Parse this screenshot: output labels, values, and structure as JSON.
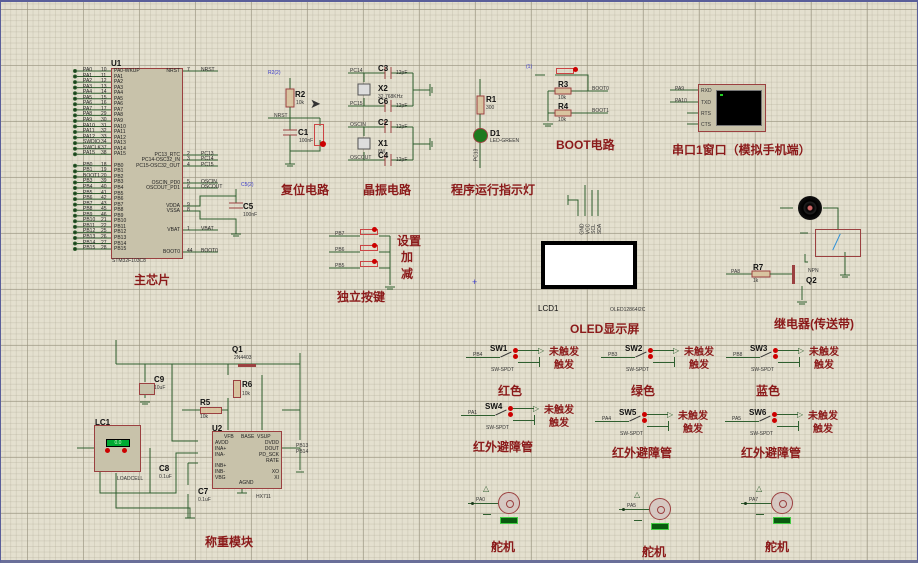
{
  "app": {
    "type": "schematic-editor-canvas"
  },
  "labels": {
    "main_chip": "主芯片",
    "reset": "复位电路",
    "crystal": "晶振电路",
    "run_led": "程序运行指示灯",
    "boot": "BOOT电路",
    "uart": "串口1窗口（模拟手机端）",
    "keys": "独立按键",
    "key_set": "设置",
    "key_add": "加",
    "key_sub": "减",
    "oled": "OLED显示屏",
    "relay": "继电器(传送带)",
    "weigh": "称重模块",
    "red": "红色",
    "green": "绿色",
    "blue": "蓝色",
    "ir": "红外避障管",
    "servo": "舵机",
    "not_triggered": "未触发",
    "triggered": "触发"
  },
  "u1": {
    "ref": "U1",
    "part": "STM32F103C8",
    "left_pins": [
      {
        "net": "PA0",
        "num": "10",
        "name": "PA0-WKUP"
      },
      {
        "net": "PA1",
        "num": "11",
        "name": "PA1"
      },
      {
        "net": "PA2",
        "num": "12",
        "name": "PA2"
      },
      {
        "net": "PA3",
        "num": "13",
        "name": "PA3"
      },
      {
        "net": "PA4",
        "num": "14",
        "name": "PA4"
      },
      {
        "net": "PA5",
        "num": "15",
        "name": "PA5"
      },
      {
        "net": "PA6",
        "num": "16",
        "name": "PA6"
      },
      {
        "net": "PA7",
        "num": "17",
        "name": "PA7"
      },
      {
        "net": "PA8",
        "num": "29",
        "name": "PA8"
      },
      {
        "net": "PA9",
        "num": "30",
        "name": "PA9"
      },
      {
        "net": "PA10",
        "num": "31",
        "name": "PA10"
      },
      {
        "net": "PA11",
        "num": "32",
        "name": "PA11"
      },
      {
        "net": "PA12",
        "num": "33",
        "name": "PA12"
      },
      {
        "net": "SWDIO",
        "num": "34",
        "name": "PA13"
      },
      {
        "net": "SWCLK",
        "num": "37",
        "name": "PA14"
      },
      {
        "net": "PA15",
        "num": "38",
        "name": "PA15"
      },
      {
        "net": "PB0",
        "num": "18",
        "name": "PB0"
      },
      {
        "net": "PB1",
        "num": "19",
        "name": "PB1"
      },
      {
        "net": "BOOT1",
        "num": "20",
        "name": "PB2"
      },
      {
        "net": "PB3",
        "num": "39",
        "name": "PB3"
      },
      {
        "net": "PB4",
        "num": "40",
        "name": "PB4"
      },
      {
        "net": "PB5",
        "num": "41",
        "name": "PB5"
      },
      {
        "net": "PB6",
        "num": "42",
        "name": "PB6"
      },
      {
        "net": "PB7",
        "num": "43",
        "name": "PB7"
      },
      {
        "net": "PB8",
        "num": "45",
        "name": "PB8"
      },
      {
        "net": "PB9",
        "num": "46",
        "name": "PB9"
      },
      {
        "net": "PB10",
        "num": "21",
        "name": "PB10"
      },
      {
        "net": "PB11",
        "num": "22",
        "name": "PB11"
      },
      {
        "net": "PB12",
        "num": "25",
        "name": "PB12"
      },
      {
        "net": "PB13",
        "num": "26",
        "name": "PB13"
      },
      {
        "net": "PB14",
        "num": "27",
        "name": "PB14"
      },
      {
        "net": "PB15",
        "num": "28",
        "name": "PB15"
      }
    ],
    "right_pins": [
      {
        "name": "NRST",
        "num": "7",
        "net": "NRST"
      },
      {
        "name": "PC13_RTC",
        "num": "2",
        "net": "PC13"
      },
      {
        "name": "PC14-OSC32_IN",
        "num": "3",
        "net": "PC14"
      },
      {
        "name": "PC15-OSC32_OUT",
        "num": "4",
        "net": "PC15"
      },
      {
        "name": "OSCIN_PD0",
        "num": "5",
        "net": "OSCIN"
      },
      {
        "name": "OSCOUT_PD1",
        "num": "6",
        "net": "OSCOUT"
      },
      {
        "name": "VDDA",
        "num": "9",
        "net": ""
      },
      {
        "name": "VSSA",
        "num": "8",
        "net": ""
      },
      {
        "name": "VBAT",
        "num": "1",
        "net": "VBAT"
      },
      {
        "name": "BOOT0",
        "num": "44",
        "net": "BOOT0"
      }
    ]
  },
  "parts": {
    "c5": {
      "ref": "C5",
      "value": "100nF",
      "probe": "C5(2)"
    },
    "r2": {
      "ref": "R2",
      "value": "10k",
      "probe": "R2(2)"
    },
    "c1": {
      "ref": "C1",
      "value": "100nF"
    },
    "c3": {
      "ref": "C3",
      "value": "12pF"
    },
    "c6": {
      "ref": "C6",
      "value": "12pF"
    },
    "x2": {
      "ref": "X2",
      "value": "32.768KHz"
    },
    "c2": {
      "ref": "C2",
      "value": "12pF"
    },
    "c4": {
      "ref": "C4",
      "value": "12pF"
    },
    "x1": {
      "ref": "X1",
      "value": "8M"
    },
    "r1": {
      "ref": "R1",
      "value": "300"
    },
    "d1": {
      "ref": "D1",
      "value": "LED-GREEN",
      "net": "PC13"
    },
    "r3": {
      "ref": "R3",
      "value": "10k",
      "net": "BOOT0"
    },
    "r4": {
      "ref": "R4",
      "value": "10k",
      "net": "BOOT1"
    },
    "boot_probe": "(1)",
    "uart_pins": {
      "in1": "PA9",
      "in2": "PA10",
      "pins": [
        "RXD",
        "TXD",
        "RTS",
        "CTS"
      ]
    },
    "keys": [
      "PB7",
      "PB6",
      "PB5"
    ],
    "oled": {
      "ref": "LCD1",
      "part": "OLED12864I2C",
      "pins": [
        "GND",
        "VCC",
        "SCL",
        "SDA"
      ]
    },
    "r7": {
      "ref": "R7",
      "value": "1k",
      "net": "PA8"
    },
    "q2": {
      "ref": "Q2",
      "type": "NPN"
    },
    "q1": {
      "ref": "Q1",
      "type": "2N4403"
    },
    "r6": {
      "ref": "R6",
      "value": "10k"
    },
    "r5": {
      "ref": "R5",
      "value": "10k"
    },
    "c9": {
      "ref": "C9",
      "value": "10uF"
    },
    "c8": {
      "ref": "C8",
      "value": "0.1uF"
    },
    "c7": {
      "ref": "C7",
      "value": "0.1uF"
    },
    "lc1": {
      "ref": "LC1",
      "part": "LOADCELL",
      "display": "0.0"
    },
    "u2": {
      "ref": "U2",
      "part": "HX711",
      "top": [
        {
          "num": "4",
          "name": "VFB"
        },
        {
          "num": "2",
          "name": "BASE"
        },
        {
          "num": "1",
          "name": "VSUP"
        }
      ],
      "left": [
        {
          "num": "3",
          "name": "AVDD"
        },
        {
          "num": "8",
          "name": "INA+"
        },
        {
          "num": "7",
          "name": "INA-"
        },
        {
          "num": "10",
          "name": "INB+"
        },
        {
          "num": "9",
          "name": "INB-"
        },
        {
          "num": "6",
          "name": "VBG"
        }
      ],
      "right": [
        {
          "num": "16",
          "name": "DVDD"
        },
        {
          "num": "12",
          "name": "DOUT"
        },
        {
          "num": "11",
          "name": "PD_SCK"
        },
        {
          "num": "15",
          "name": "RATE"
        },
        {
          "num": "13",
          "name": "XO"
        },
        {
          "num": "14",
          "name": "XI"
        }
      ],
      "bottom": [
        {
          "num": "5",
          "name": "AGND"
        }
      ],
      "nets": [
        "PB13",
        "PB14"
      ]
    },
    "switches": [
      {
        "ref": "SW1",
        "type": "SW-SPDT",
        "net": "PB4"
      },
      {
        "ref": "SW2",
        "type": "SW-SPDT",
        "net": "PB3"
      },
      {
        "ref": "SW3",
        "type": "SW-SPDT",
        "net": "PB8"
      },
      {
        "ref": "SW4",
        "type": "SW-SPDT",
        "net": "PA1"
      },
      {
        "ref": "SW5",
        "type": "SW-SPDT",
        "net": "PA4"
      },
      {
        "ref": "SW6",
        "type": "SW-SPDT",
        "net": "PA5"
      }
    ],
    "servos": [
      {
        "net": "PA0"
      },
      {
        "net": "PA5"
      },
      {
        "net": "PA7"
      }
    ]
  },
  "colors": {
    "wire": "#2f5f2f",
    "part_border": "#9b4040",
    "label": "#8b1a1a",
    "probe": "#3a3acc",
    "canvas": "#e4e0cf"
  }
}
